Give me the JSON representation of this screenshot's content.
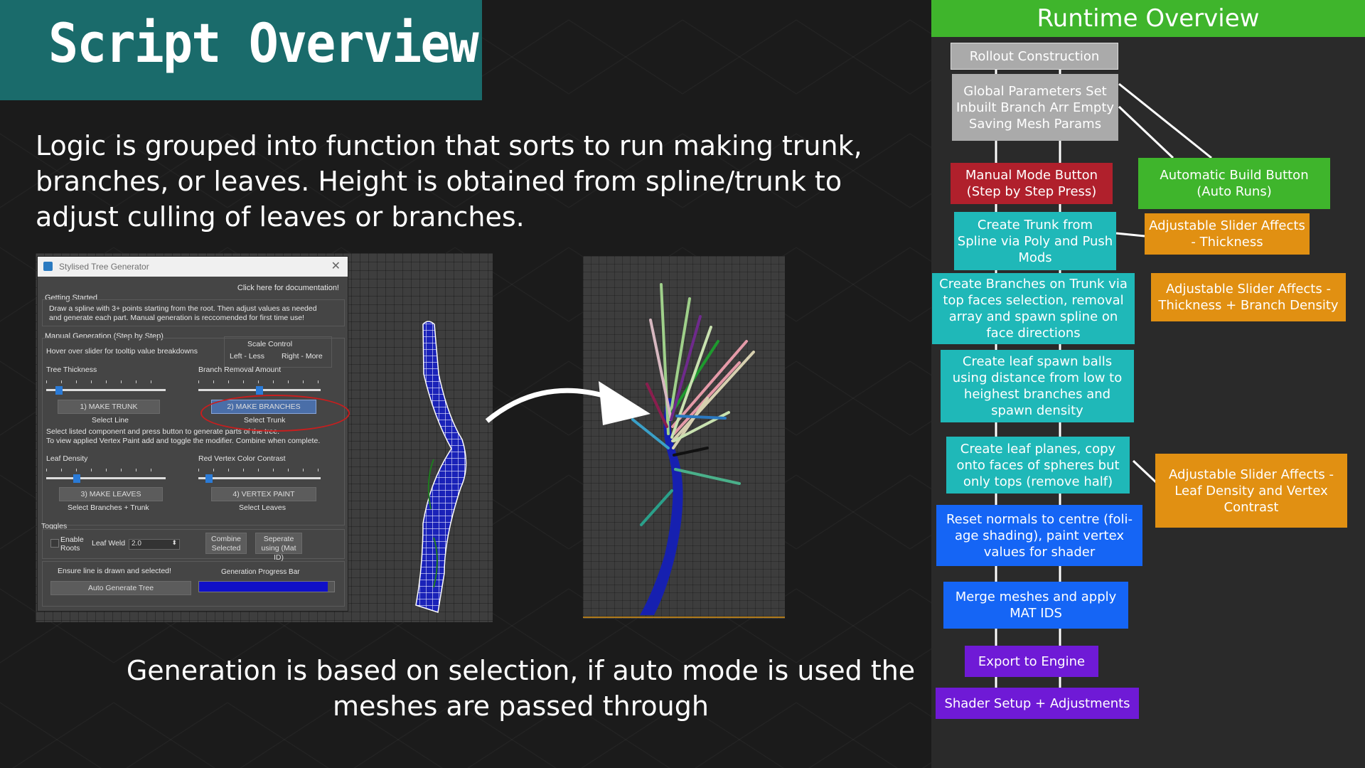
{
  "title": "Script Overview",
  "intro_text": "Logic is grouped into function that sorts to run making trunk, branches, or leaves. Height is obtained from spline/trunk to adjust culling of leaves or branches.",
  "bottom_text": "Generation is based on selection, if auto mode is used the meshes are passed through",
  "tool_panel": {
    "window_title": "Stylised Tree Generator",
    "doc_link": "Click here for documentation!",
    "getting_started_label": "Getting Started",
    "getting_started_line1": "Draw a spline with 3+ points starting from the root. Then adjust values as needed",
    "getting_started_line2": "and generate each part. Manual generation is reccomended for first time use!",
    "manual_gen_label": "Manual Generation (Step by Step)",
    "hover_hint": "Hover over slider for tooltip value breakdowns",
    "scale_control": "Scale Control",
    "left_less": "Left - Less",
    "right_more": "Right - More",
    "tree_thickness": "Tree Thickness",
    "branch_removal": "Branch Removal Amount",
    "btn_make_trunk": "1) MAKE TRUNK",
    "btn_make_branches": "2) MAKE BRANCHES",
    "select_line": "Select Line",
    "select_trunk": "Select Trunk",
    "info_line1": "Select listed component and press button to generate parts of the tree.",
    "info_line2": "To view applied Vertex Paint add and toggle the modifier. Combine when complete.",
    "leaf_density": "Leaf Density",
    "red_vertex": "Red Vertex Color Contrast",
    "btn_make_leaves": "3) MAKE LEAVES",
    "btn_vertex_paint": "4) VERTEX PAINT",
    "select_branches_trunk": "Select Branches + Trunk",
    "select_leaves": "Select Leaves",
    "toggles_label": "Toggles",
    "enable_roots": "Enable Roots",
    "leaf_weld": "Leaf Weld",
    "leaf_weld_value": "2.0",
    "combine_selected": "Combine Selected",
    "separate_using": "Seperate using (Mat ID)",
    "ensure_line": "Ensure line is drawn and selected!",
    "gen_progress": "Generation Progress Bar",
    "btn_auto_generate": "Auto Generate Tree",
    "slider_tree_thickness": 0.08,
    "slider_branch_removal": 0.5,
    "slider_leaf_density": 0.24,
    "slider_red_vertex": 0.06,
    "progress": 0.95
  },
  "flow": {
    "title": "Runtime Overview",
    "nodes": {
      "rollout": "Rollout Construction",
      "global_params": "Global Parameters Set Inbuilt Branch Arr Empty Saving Mesh Params",
      "manual_mode": "Manual Mode Button (Step by Step Press)",
      "automatic_build": "Automatic Build Button (Auto Runs)",
      "create_trunk": "Create Trunk from Spline via Poly and Push Mods",
      "slider_thickness": "Adjustable Slider Affects - Thickness",
      "create_branches": "Create Branches on Trunk via top faces selection, removal array and spawn spline on face directions",
      "slider_thickness_density": "Adjustable Slider Affects - Thickness + Branch Density",
      "leaf_spawn_balls": "Create leaf spawn balls using distance from low to heighest branches and spawn density",
      "leaf_planes": "Create leaf planes, copy onto faces of spheres but only tops (remove half)",
      "slider_leaf_density": "Adjustable Slider Affects - Leaf Density and Vertex Contrast",
      "reset_normals": "Reset normals to centre (foli-age shading), paint vertex values for shader",
      "merge_meshes": "Merge meshes and apply MAT IDS",
      "export_engine": "Export to Engine",
      "shader_setup": "Shader Setup + Adjustments"
    },
    "colors": {
      "gray": "#aaaaaa",
      "red": "#b0202c",
      "green": "#3fb52c",
      "teal": "#1fb8b8",
      "orange": "#e19012",
      "blue": "#1565f5",
      "purple": "#6f1ad6"
    }
  }
}
